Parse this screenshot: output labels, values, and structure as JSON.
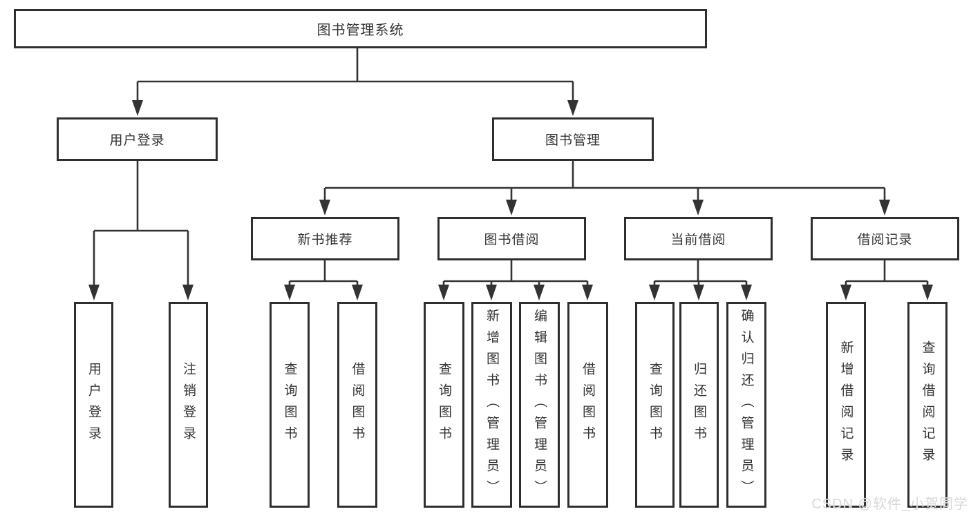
{
  "title": "图书管理系统",
  "watermark": "CSDN @软件_小贺同学",
  "colors": {
    "background": "#ffffff",
    "box_border": "#2e2e2e",
    "line": "#333333",
    "text": "#333333",
    "watermark": "#d8d8d8"
  },
  "tree": {
    "root": {
      "label": "图书管理系统",
      "children": [
        {
          "label": "用户登录",
          "children": [
            {
              "label": "用户登录"
            },
            {
              "label": "注销登录"
            }
          ]
        },
        {
          "label": "图书管理",
          "children": [
            {
              "label": "新书推荐",
              "children": [
                {
                  "label": "查询图书"
                },
                {
                  "label": "借阅图书"
                }
              ]
            },
            {
              "label": "图书借阅",
              "children": [
                {
                  "label": "查询图书"
                },
                {
                  "label": "新增图书（管理员）"
                },
                {
                  "label": "编辑图书（管理员）"
                },
                {
                  "label": "借阅图书"
                }
              ]
            },
            {
              "label": "当前借阅",
              "children": [
                {
                  "label": "查询图书"
                },
                {
                  "label": "归还图书"
                },
                {
                  "label": "确认归还（管理员）"
                }
              ]
            },
            {
              "label": "借阅记录",
              "children": [
                {
                  "label": "新增借阅记录"
                },
                {
                  "label": "查询借阅记录"
                }
              ]
            }
          ]
        }
      ]
    }
  }
}
